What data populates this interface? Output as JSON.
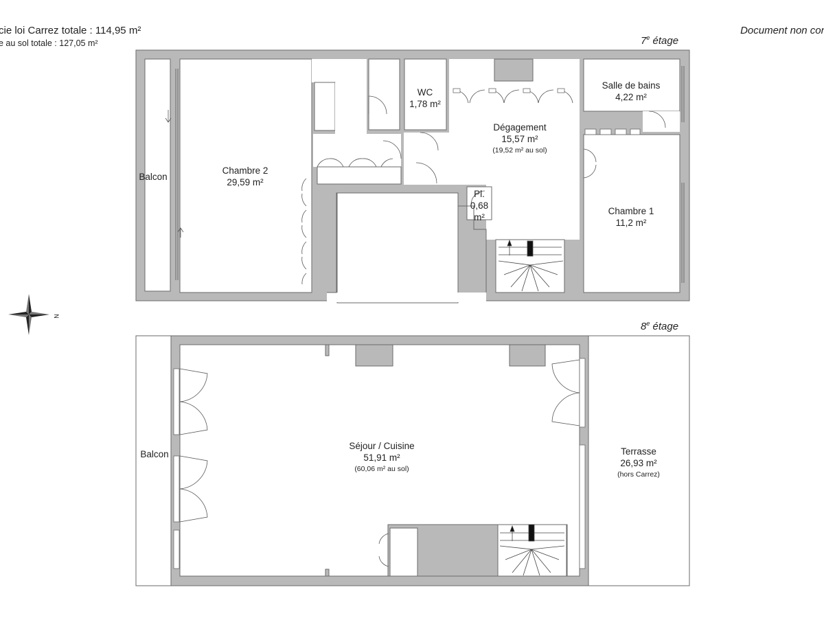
{
  "header": {
    "carrez_total": "cie loi Carrez totale :  114,95 m²",
    "floor_total": "e au sol totale :  127,05 m²",
    "disclaimer": "Document non con"
  },
  "floors": {
    "upper": {
      "title_prefix": "7",
      "title_sup": "e",
      "title_suffix": " étage"
    },
    "lower": {
      "title_prefix": "8",
      "title_sup": "e",
      "title_suffix": " étage"
    }
  },
  "compass": {
    "north_label": "N"
  },
  "rooms_7": {
    "balcon": {
      "name": "Balcon"
    },
    "chambre2": {
      "name": "Chambre 2",
      "area": "29,59 m²"
    },
    "wc": {
      "name": "WC",
      "area": "1,78 m²"
    },
    "degagement": {
      "name": "Dégagement",
      "area": "15,57 m²",
      "note": "(19,52 m² au sol)"
    },
    "placard": {
      "name": "Pl.",
      "area": "0,68",
      "unit": "m²"
    },
    "sdb": {
      "name": "Salle de bains",
      "area": "4,22 m²"
    },
    "chambre1": {
      "name": "Chambre 1",
      "area": "11,2 m²"
    }
  },
  "rooms_8": {
    "balcon": {
      "name": "Balcon"
    },
    "sejour": {
      "name": "Séjour / Cuisine",
      "area": "51,91 m²",
      "note": "(60,06 m² au sol)"
    },
    "terrasse": {
      "name": "Terrasse",
      "area": "26,93 m²",
      "note": "(hors Carrez)"
    }
  },
  "colors": {
    "wall": "#b9b9b9",
    "wall_stroke": "#6a6a6a",
    "line": "#444444"
  }
}
